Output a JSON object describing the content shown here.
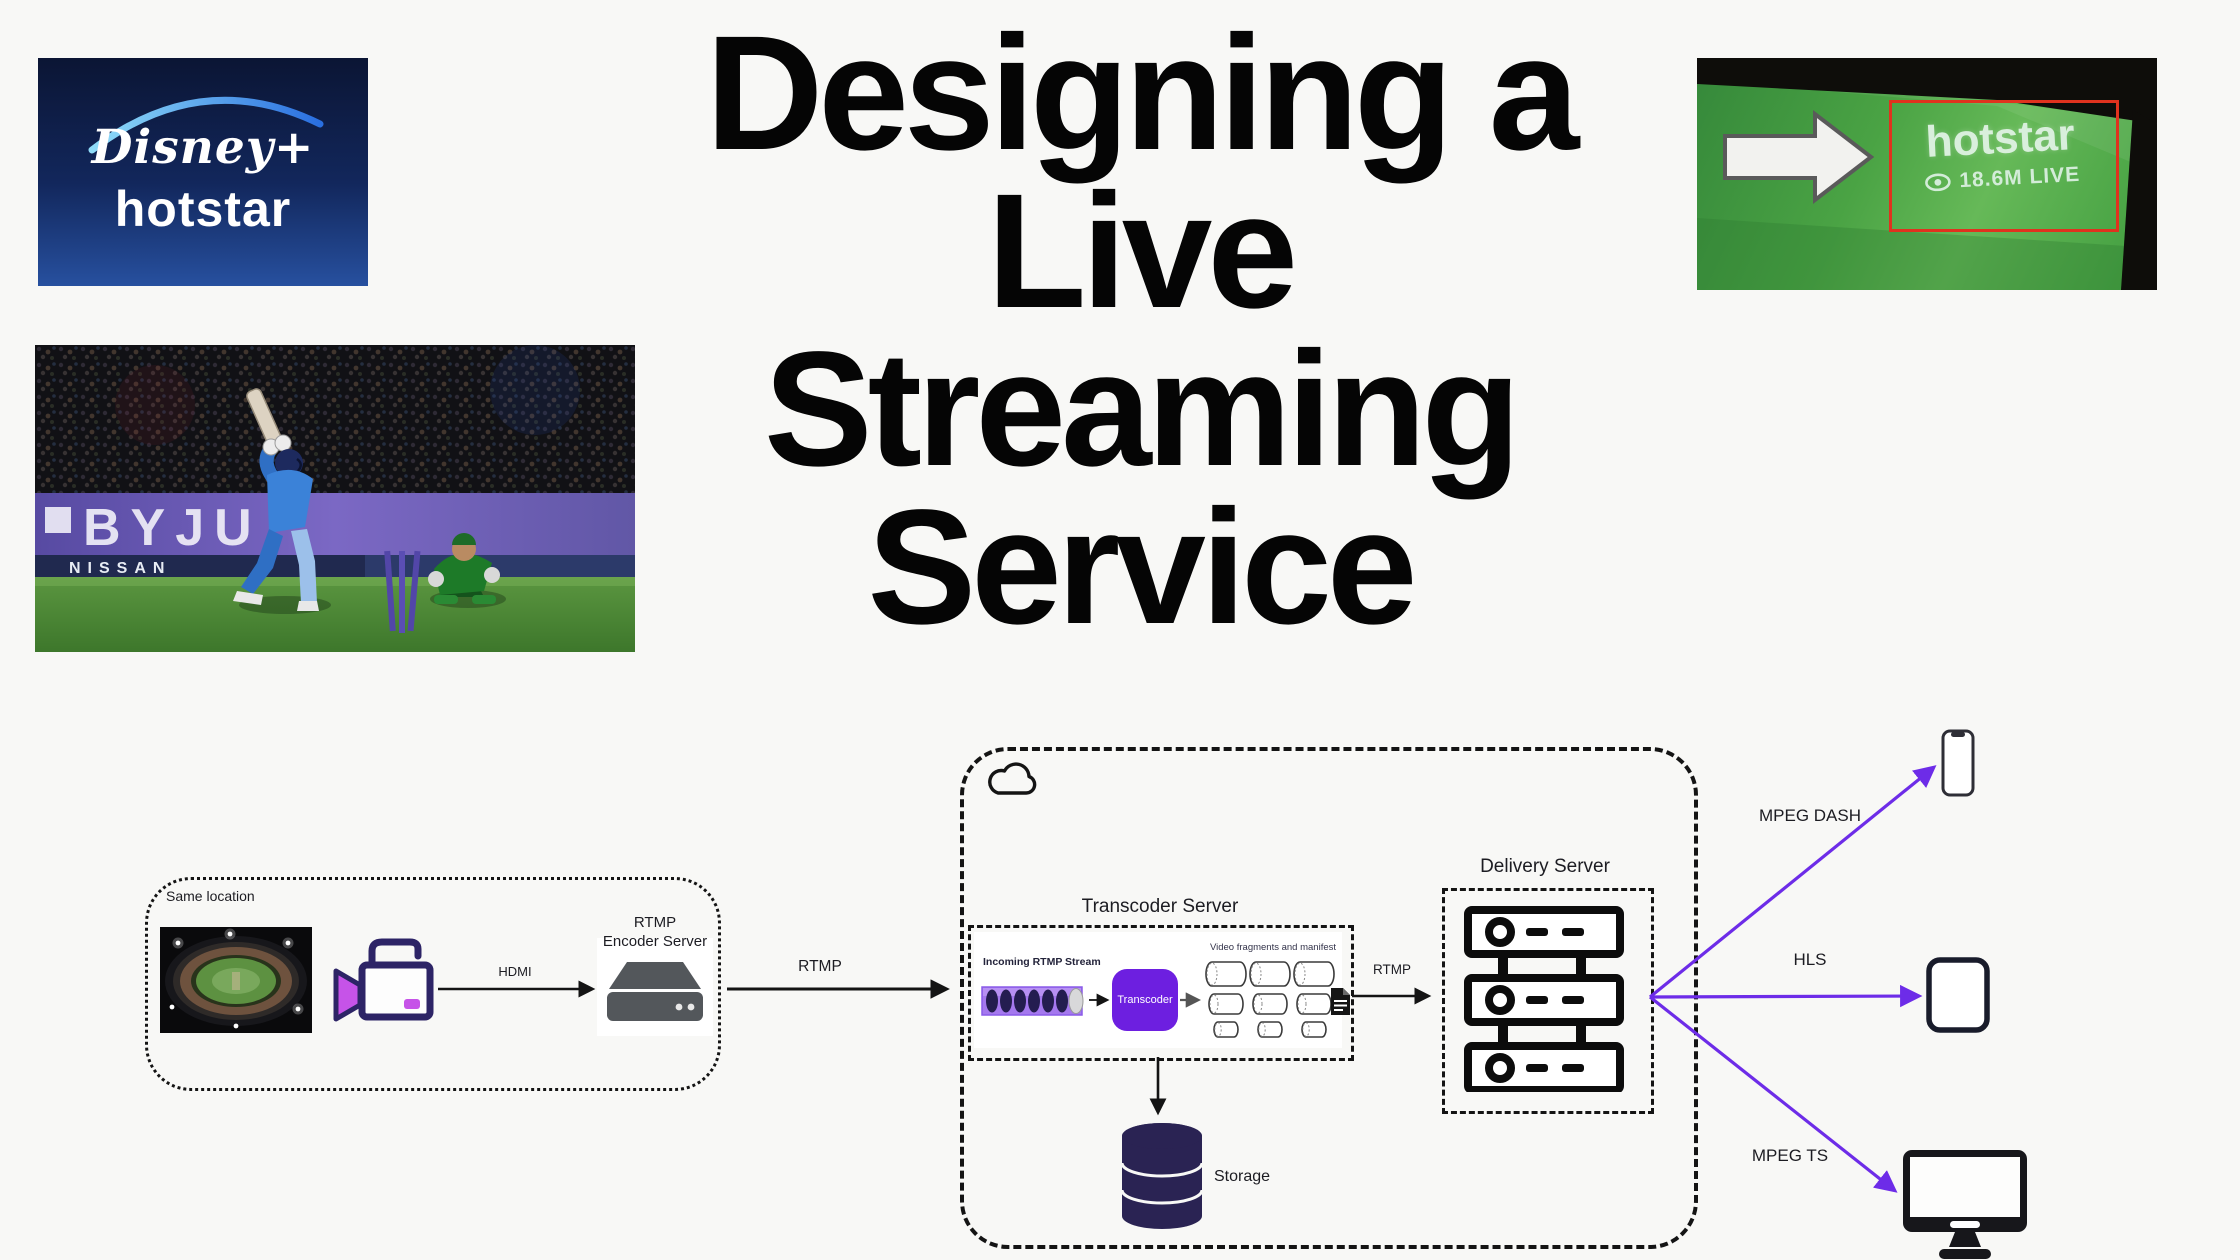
{
  "slide": {
    "title_line1": "Designing a",
    "title_line2": "Live",
    "title_line3": "Streaming",
    "title_line4": "Service"
  },
  "logo": {
    "script": "Disney+",
    "word": "hotstar"
  },
  "tv_capture": {
    "brand": "hotstar",
    "live_stat": "18.6M LIVE"
  },
  "cricket": {
    "ad_primary": "BYJU",
    "ad_secondary": "NISSAN"
  },
  "diagram": {
    "same_location_label": "Same location",
    "hdmi_label": "HDMI",
    "encoder_label_1": "RTMP",
    "encoder_label_2": "Encoder Server",
    "rtmp_label_1": "RTMP",
    "transcoder_server_label": "Transcoder Server",
    "incoming_stream_label": "Incoming RTMP Stream",
    "transcoder_label": "Transcoder",
    "fragments_label": "Video fragments and manifest",
    "rtmp_label_2": "RTMP",
    "delivery_server_label": "Delivery Server",
    "storage_label": "Storage",
    "protocol_dash": "MPEG DASH",
    "protocol_hls": "HLS",
    "protocol_ts": "MPEG TS"
  },
  "colors": {
    "accent_purple": "#6d2ce8",
    "transcoder_purple": "#6d1fe0",
    "storage_navy": "#2a2353",
    "camera_outline": "#2d2466",
    "camera_lens": "#c653e8",
    "logo_navy": "#12275c",
    "tv_green": "#4aa344",
    "highlight_red": "#e0321e"
  }
}
